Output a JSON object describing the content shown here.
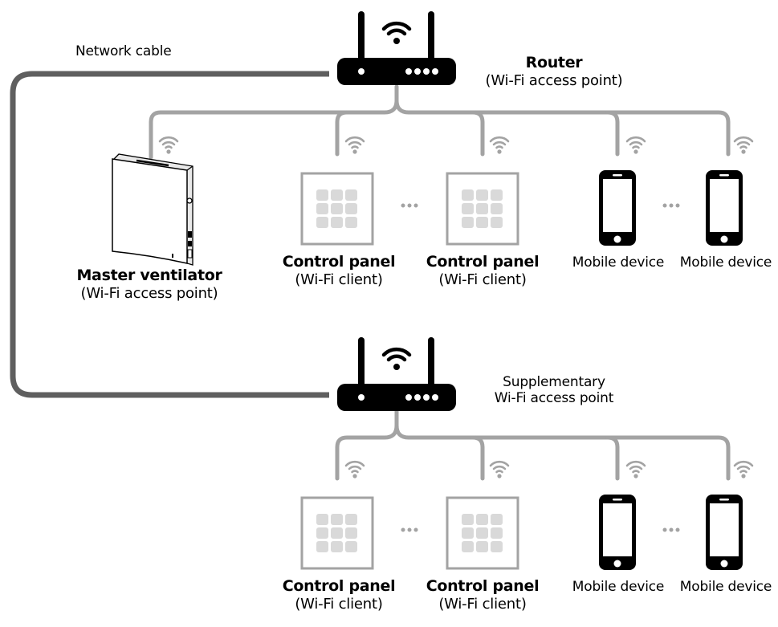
{
  "diagram": {
    "title": "Wi-Fi network topology",
    "colors": {
      "cable": "#5f5f5f",
      "wifi_link": "#a3a3a3",
      "device_black": "#000000",
      "panel_border": "#a3a3a3",
      "panel_keys": "#d9d9d9",
      "dots": "#a3a3a3"
    },
    "cable_label": "Network cable",
    "router": {
      "name": "Router",
      "role": "(Wi-Fi access point)",
      "icon": "router-icon"
    },
    "supplementary_ap": {
      "name_line1": "Supplementary",
      "name_line2": "Wi-Fi access point",
      "icon": "router-icon"
    },
    "master_ventilator": {
      "name": "Master ventilator",
      "role": "(Wi-Fi access point)",
      "icon": "ventilator-icon"
    },
    "top_row": [
      {
        "type": "control_panel",
        "name": "Control panel",
        "role": "(Wi-Fi client)"
      },
      {
        "type": "control_panel",
        "name": "Control panel",
        "role": "(Wi-Fi client)"
      },
      {
        "type": "mobile",
        "name": "Mobile device"
      },
      {
        "type": "mobile",
        "name": "Mobile device"
      }
    ],
    "bottom_row": [
      {
        "type": "control_panel",
        "name": "Control panel",
        "role": "(Wi-Fi client)"
      },
      {
        "type": "control_panel",
        "name": "Control panel",
        "role": "(Wi-Fi client)"
      },
      {
        "type": "mobile",
        "name": "Mobile device"
      },
      {
        "type": "mobile",
        "name": "Mobile device"
      }
    ],
    "ellipsis": "…"
  }
}
